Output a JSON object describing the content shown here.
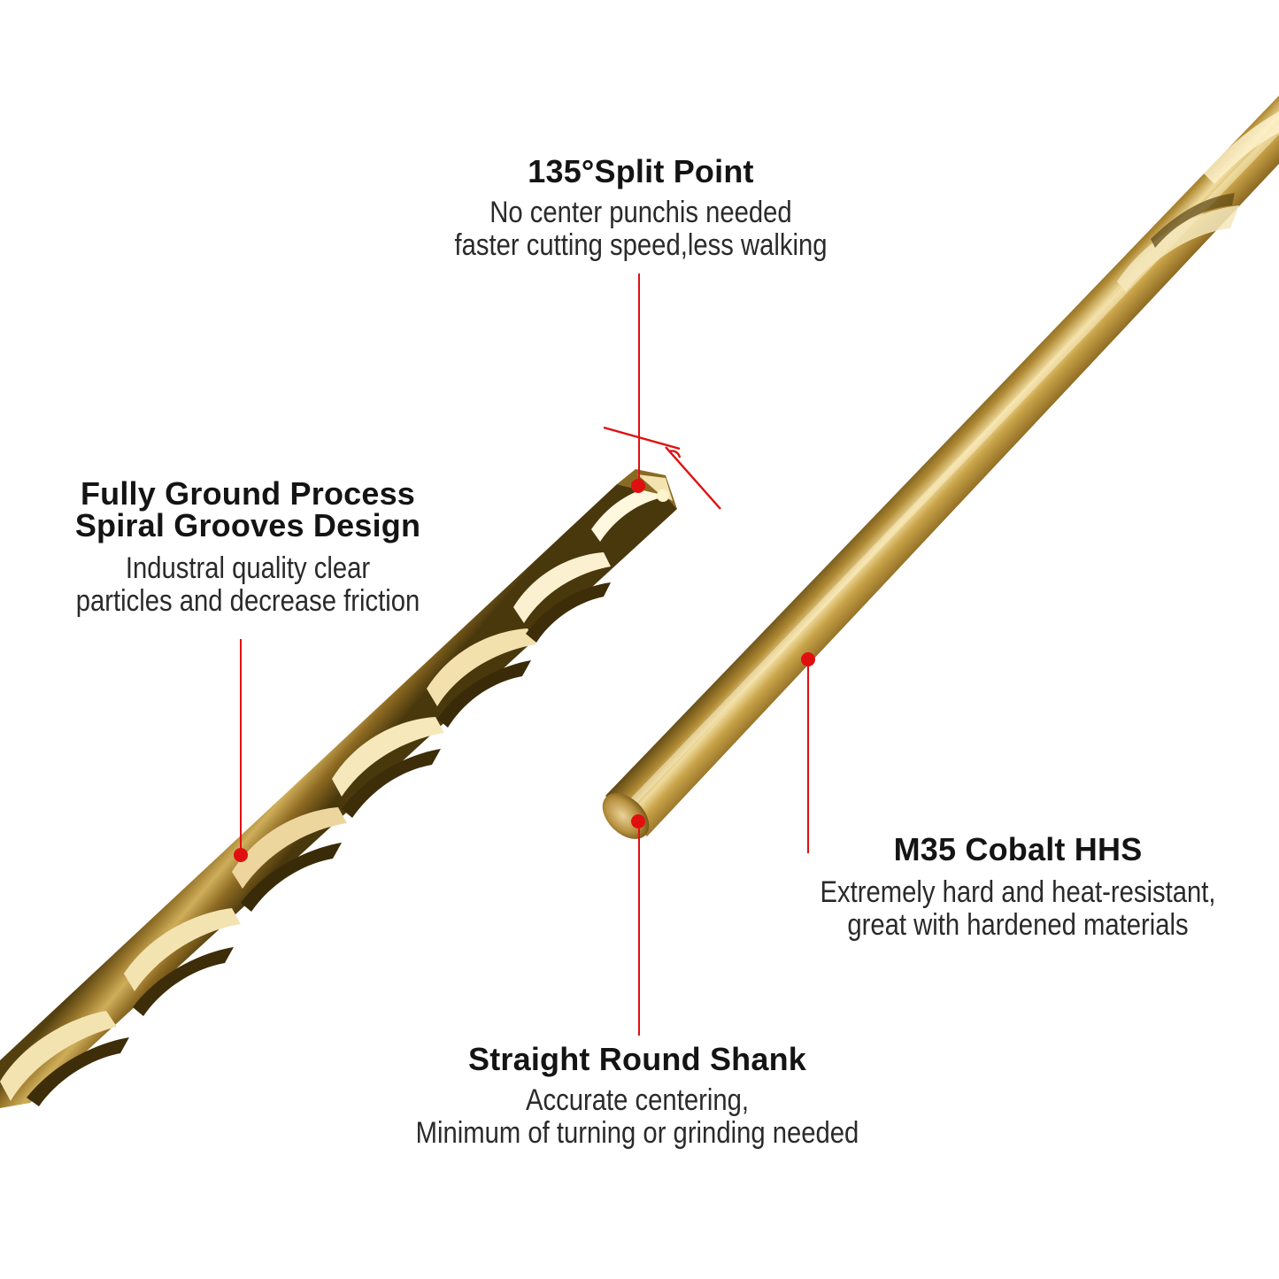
{
  "accent_color": "#e01010",
  "bit_colors": {
    "dark": "#5e4712",
    "mid": "#a8822c",
    "light": "#e9d49a",
    "bright": "#fff6d8"
  },
  "callouts": {
    "split_point": {
      "title": "135°Split Point",
      "desc": [
        "No center punchis needed",
        "faster cutting speed,less walking"
      ]
    },
    "spiral_grooves": {
      "title": [
        "Fully Ground Process",
        "Spiral Grooves Design"
      ],
      "desc": [
        "Industral quality clear",
        "particles and decrease friction"
      ]
    },
    "cobalt": {
      "title": "M35 Cobalt HHS",
      "desc": [
        "Extremely hard and heat-resistant,",
        "great with hardened materials"
      ]
    },
    "shank": {
      "title": "Straight Round Shank",
      "desc": [
        "Accurate centering,",
        "Minimum of turning or grinding needed"
      ]
    }
  }
}
